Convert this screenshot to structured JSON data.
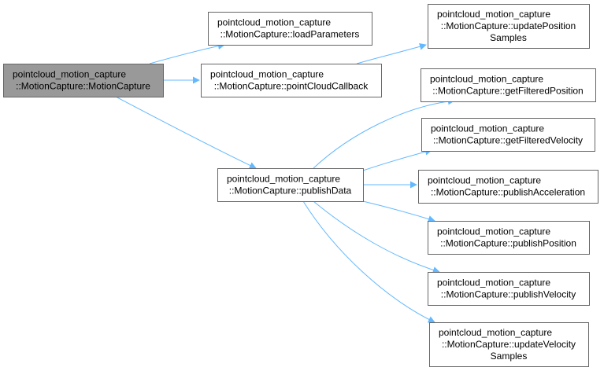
{
  "colors": {
    "edge": "#63b8ff",
    "root_fill": "#999999",
    "node_fill": "#ffffff",
    "border": "#666666"
  },
  "nodes": [
    {
      "id": "root",
      "lines": [
        "pointcloud_motion_capture",
        "::MotionCapture::MotionCapture"
      ],
      "highlight": true
    },
    {
      "id": "loadParameters",
      "lines": [
        "pointcloud_motion_capture",
        "::MotionCapture::loadParameters"
      ]
    },
    {
      "id": "pointCloudCallback",
      "lines": [
        "pointcloud_motion_capture",
        "::MotionCapture::pointCloudCallback"
      ]
    },
    {
      "id": "publishData",
      "lines": [
        "pointcloud_motion_capture",
        "::MotionCapture::publishData"
      ]
    },
    {
      "id": "updatePositionSamples",
      "lines": [
        "pointcloud_motion_capture",
        "::MotionCapture::updatePosition",
        "Samples"
      ]
    },
    {
      "id": "getFilteredPosition",
      "lines": [
        "pointcloud_motion_capture",
        "::MotionCapture::getFilteredPosition"
      ]
    },
    {
      "id": "getFilteredVelocity",
      "lines": [
        "pointcloud_motion_capture",
        "::MotionCapture::getFilteredVelocity"
      ]
    },
    {
      "id": "publishAcceleration",
      "lines": [
        "pointcloud_motion_capture",
        "::MotionCapture::publishAcceleration"
      ]
    },
    {
      "id": "publishPosition",
      "lines": [
        "pointcloud_motion_capture",
        "::MotionCapture::publishPosition"
      ]
    },
    {
      "id": "publishVelocity",
      "lines": [
        "pointcloud_motion_capture",
        "::MotionCapture::publishVelocity"
      ]
    },
    {
      "id": "updateVelocitySamples",
      "lines": [
        "pointcloud_motion_capture",
        "::MotionCapture::updateVelocity",
        "Samples"
      ]
    }
  ],
  "edges": [
    {
      "from": "root",
      "to": "loadParameters"
    },
    {
      "from": "root",
      "to": "pointCloudCallback"
    },
    {
      "from": "root",
      "to": "publishData"
    },
    {
      "from": "pointCloudCallback",
      "to": "updatePositionSamples"
    },
    {
      "from": "publishData",
      "to": "getFilteredPosition"
    },
    {
      "from": "publishData",
      "to": "getFilteredVelocity"
    },
    {
      "from": "publishData",
      "to": "publishAcceleration"
    },
    {
      "from": "publishData",
      "to": "publishPosition"
    },
    {
      "from": "publishData",
      "to": "publishVelocity"
    },
    {
      "from": "publishData",
      "to": "updateVelocitySamples"
    }
  ]
}
